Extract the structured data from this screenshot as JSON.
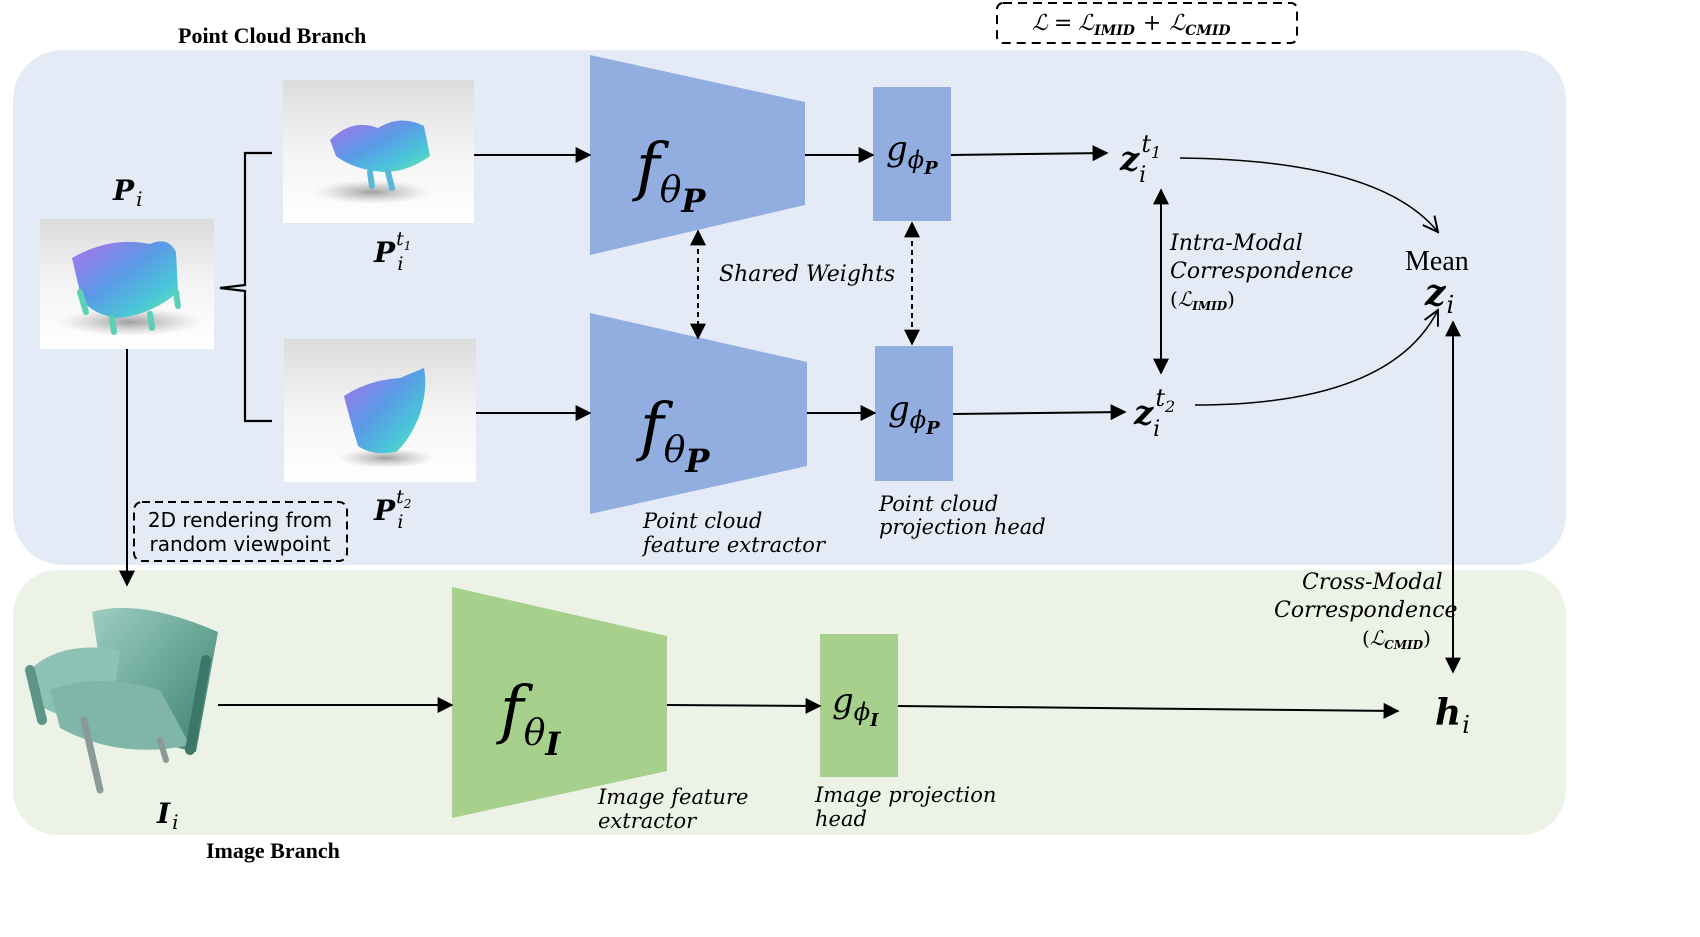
{
  "branches": {
    "point_cloud": "Point Cloud Branch",
    "image": "Image Branch"
  },
  "loss": {
    "L": "ℒ",
    "eq": "=",
    "sub_imid": "IMID",
    "plus": "+",
    "sub_cmid": "CMID"
  },
  "symbols": {
    "P": "P",
    "I": "I",
    "i": "i",
    "t1": "t",
    "t1_sub": "1",
    "t2": "t",
    "t2_sub": "2",
    "f": "f",
    "theta": "θ",
    "g": "g",
    "phi": "ϕ",
    "z": "z",
    "h": "h"
  },
  "labels": {
    "shared_weights": "Shared Weights",
    "intra_line1": "Intra-Modal",
    "intra_line2": "Correspondence",
    "intra_paren_open": "(",
    "intra_paren_close": ")",
    "mean": "Mean",
    "cross_line1": "Cross-Modal",
    "cross_line2": "Correspondence",
    "rendering_line1": "2D rendering from",
    "rendering_line2": "random viewpoint",
    "pc_extractor_line1": "Point cloud",
    "pc_extractor_line2": "feature extractor",
    "pc_head_line1": "Point cloud",
    "pc_head_line2": "projection head",
    "img_extractor_line1": "Image feature",
    "img_extractor_line2": "extractor",
    "img_head_line1": "Image projection",
    "img_head_line2": "head"
  },
  "colors": {
    "point_cloud_bg": "#e4eaf6",
    "image_bg": "#ecf3e6",
    "point_cloud_block": "#92ade0",
    "image_block": "#a8d08d"
  }
}
